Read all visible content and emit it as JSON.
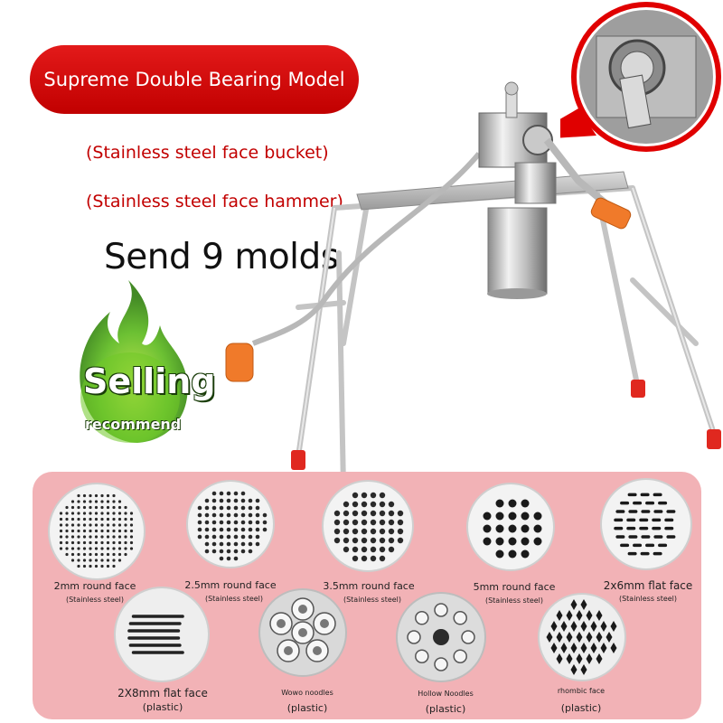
{
  "banner": {
    "text": "Supreme Double Bearing Model",
    "color": "#d60a0a"
  },
  "features": [
    "(Stainless steel face bucket)",
    "(Stainless steel face hammer)"
  ],
  "headline": "Send 9 molds",
  "badge": {
    "title": "Selling",
    "subtitle": "recommend"
  },
  "molds": [
    {
      "name": "2mm round face",
      "material": "(Stainless steel)",
      "type": "round-small"
    },
    {
      "name": "2.5mm round face",
      "material": "(Stainless steel)",
      "type": "round-medium"
    },
    {
      "name": "3.5mm round face",
      "material": "(Stainless steel)",
      "type": "round-large"
    },
    {
      "name": "5mm round face",
      "material": "(Stainless steel)",
      "type": "round-xlarge"
    },
    {
      "name": "2x6mm flat face",
      "material": "(Stainless steel)",
      "type": "flat-steel"
    },
    {
      "name": "2X8mm flat face",
      "material": "(plastic)",
      "type": "flat-plastic"
    },
    {
      "name": "Wowo noodles",
      "material": "(plastic)",
      "type": "wowo"
    },
    {
      "name": "Hollow Noodles",
      "material": "(plastic)",
      "type": "hollow"
    },
    {
      "name": "rhombic face",
      "material": "(plastic)",
      "type": "rhombic"
    }
  ],
  "panel_color": "#f2b2b6"
}
